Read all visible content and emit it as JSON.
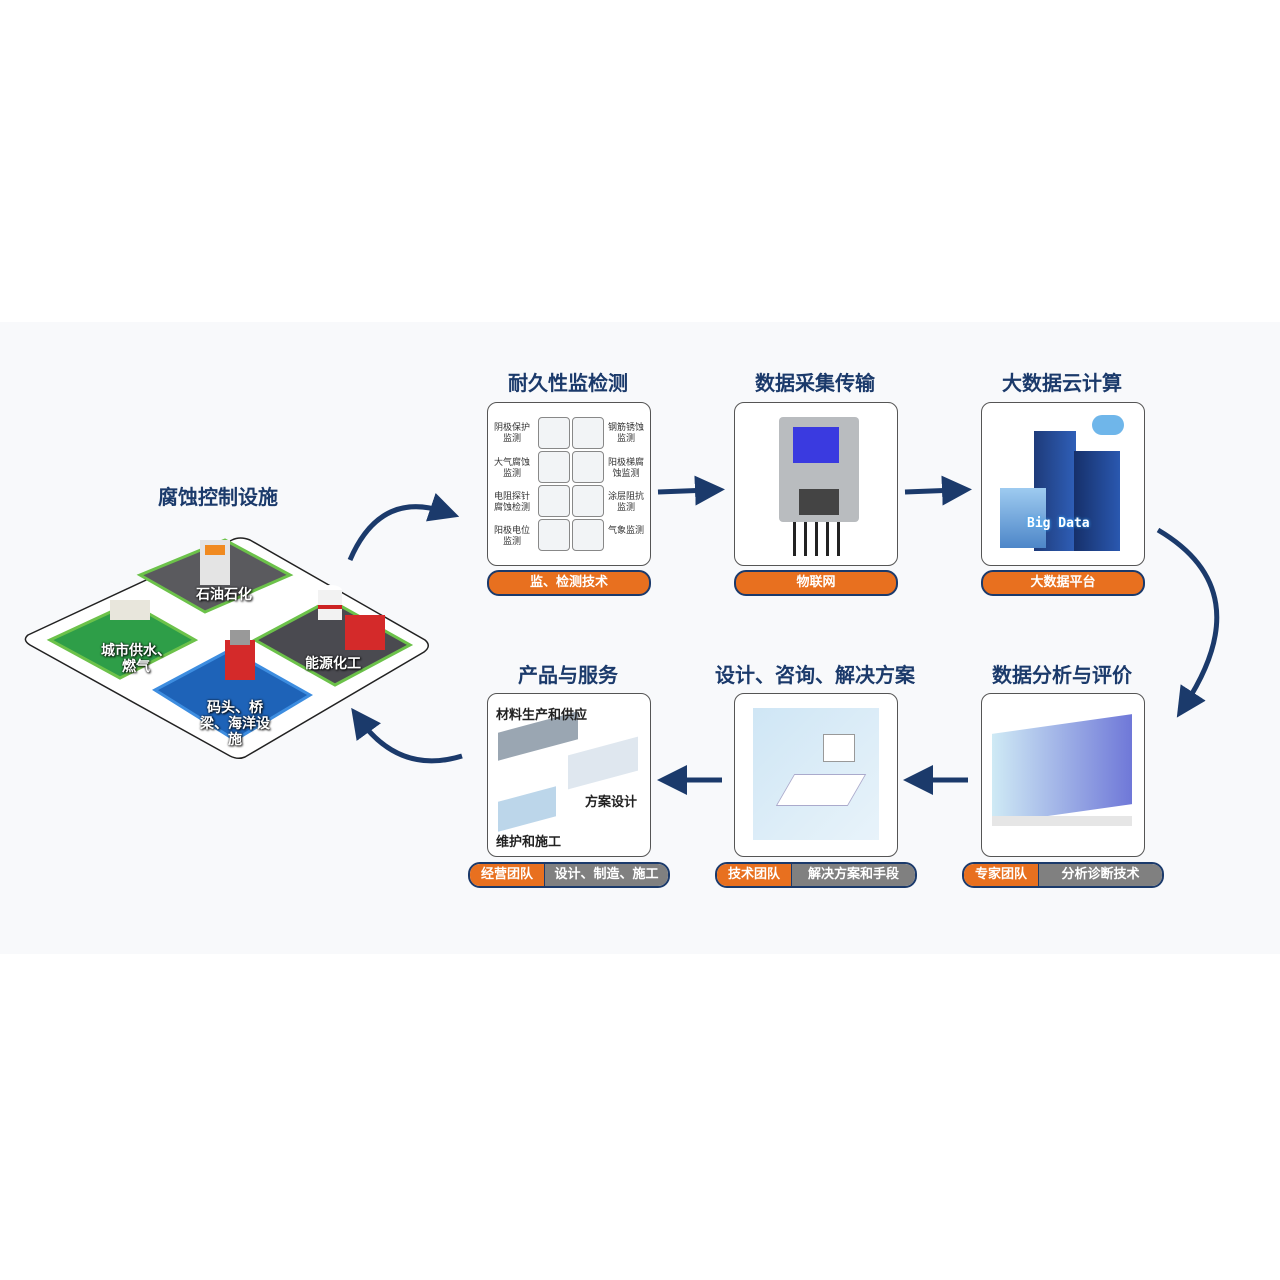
{
  "left": {
    "title": "腐蚀控制设施",
    "zones": [
      "石油石化",
      "城市供水、燃气",
      "能源化工",
      "码头、桥梁、海洋设施"
    ]
  },
  "top_row": [
    {
      "title": "耐久性监检测",
      "tag": "监、检测技术",
      "items": [
        "阴极保护监测",
        "钢筋锈蚀监测",
        "大气腐蚀监测",
        "阳极梯腐蚀监测",
        "电阻探针腐蚀检测",
        "涂层阻抗监测",
        "阳极电位监测",
        "气象监测"
      ]
    },
    {
      "title": "数据采集传输",
      "tag": "物联网"
    },
    {
      "title": "大数据云计算",
      "tag": "大数据平台",
      "image_text": "Big Data"
    }
  ],
  "bottom_row": [
    {
      "title": "产品与服务",
      "team": "经营团队",
      "desc": "设计、制造、施工",
      "sublabels": [
        "材料生产和供应",
        "方案设计",
        "维护和施工"
      ]
    },
    {
      "title": "设计、咨询、解决方案",
      "team": "技术团队",
      "desc": "解决方案和手段"
    },
    {
      "title": "数据分析与评价",
      "team": "专家团队",
      "desc": "分析诊断技术"
    }
  ],
  "colors": {
    "title": "#1b3a6b",
    "accent": "#e8701f",
    "grey": "#808080"
  }
}
